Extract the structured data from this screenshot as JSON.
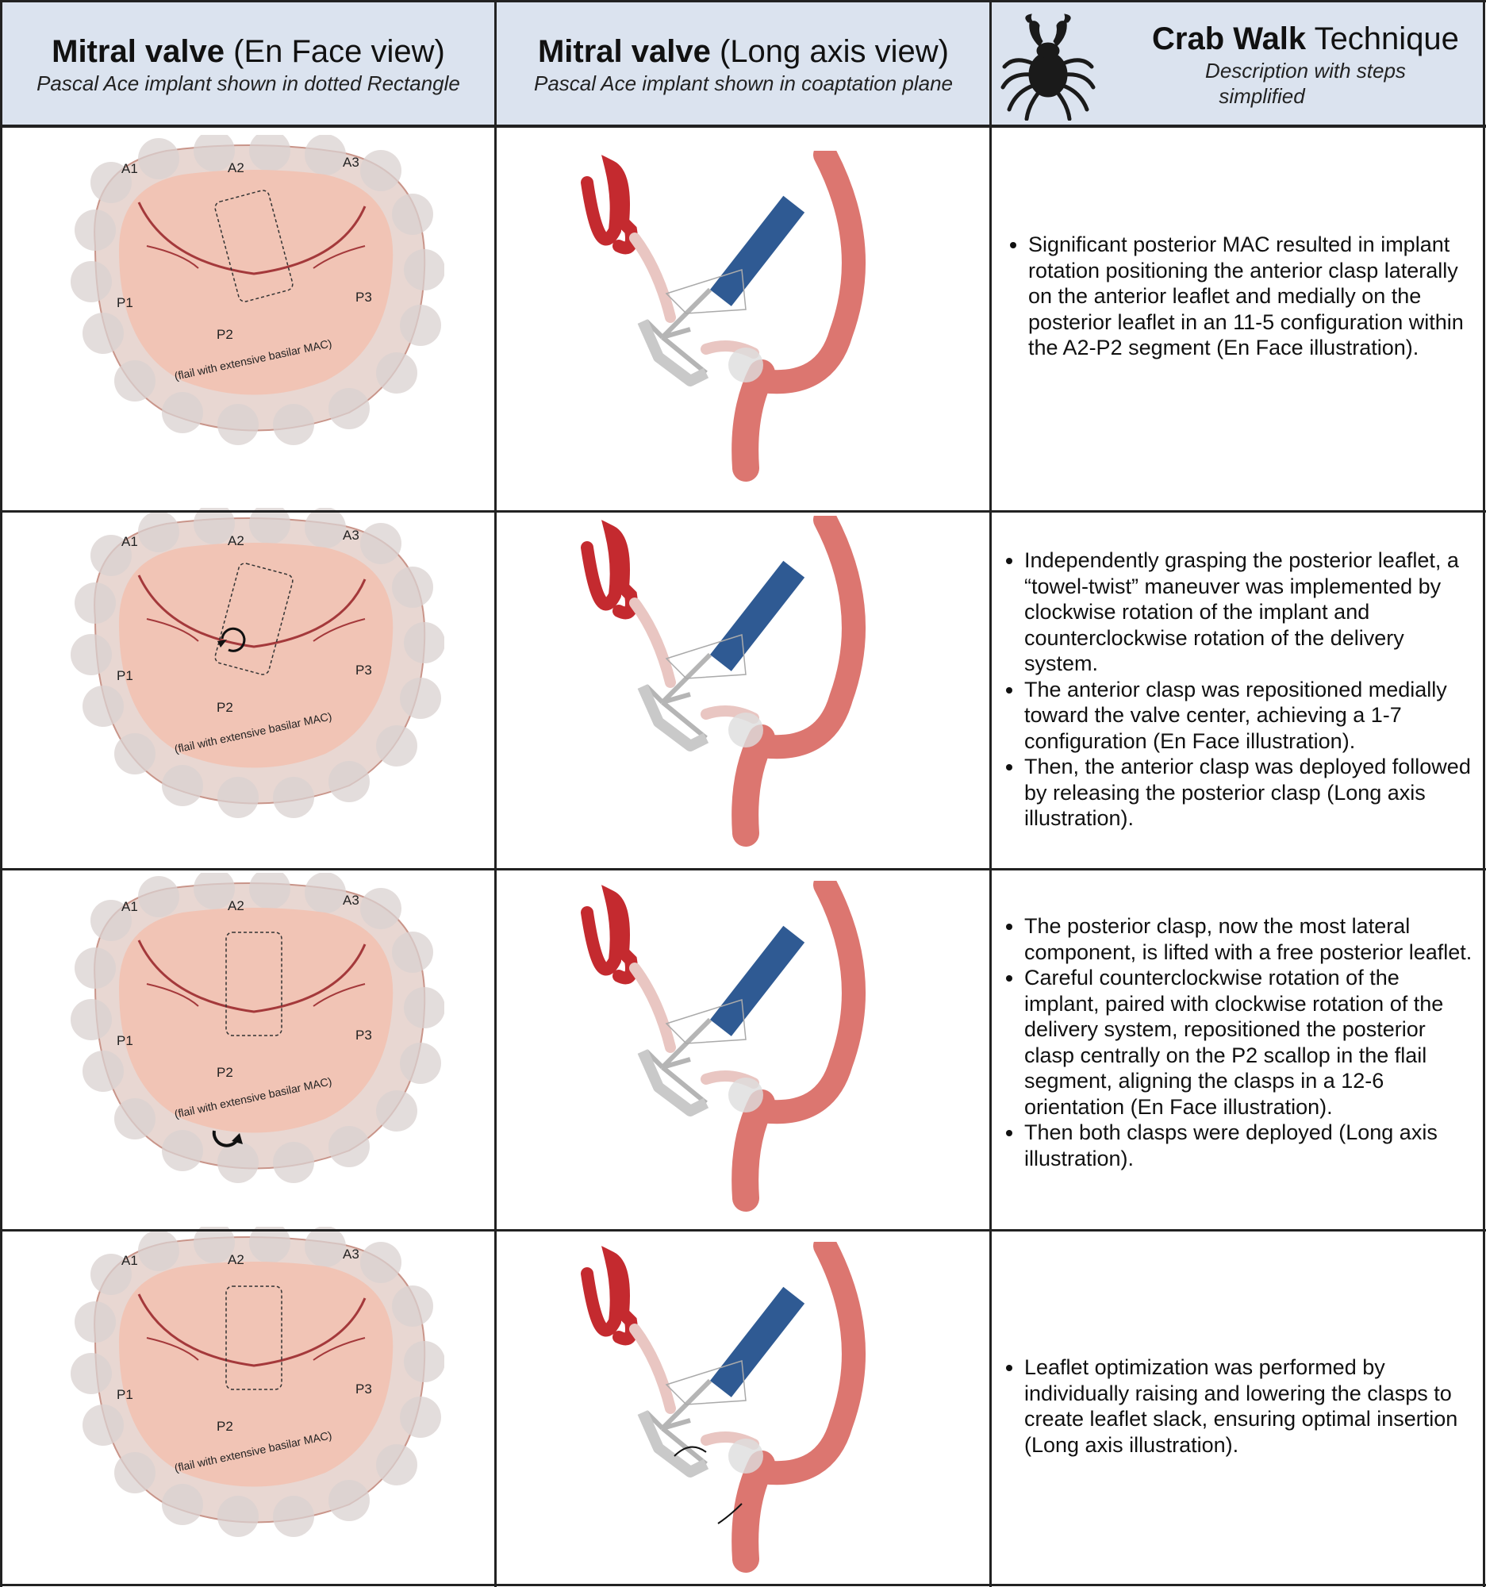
{
  "headers": {
    "en_face": {
      "title_bold": "Mitral valve",
      "title_rest": " (En Face view)",
      "subtitle": "Pascal Ace implant shown in dotted Rectangle"
    },
    "long_axis": {
      "title_bold": "Mitral valve",
      "title_rest": " (Long axis view)",
      "subtitle": "Pascal Ace implant shown in coaptation plane"
    },
    "technique": {
      "title_bold": "Crab Walk",
      "title_rest": " Technique",
      "subtitle_line1": "Description with steps",
      "subtitle_line2": "simplified",
      "icon": "crab-icon"
    }
  },
  "valve_labels": {
    "a1": "A1",
    "a2": "A2",
    "a3": "A3",
    "p1": "P1",
    "p2": "P2",
    "p3": "P3",
    "note": "(flail with extensive basilar MAC)"
  },
  "rows": [
    {
      "implant_rotation_deg": -15,
      "arrow": "none",
      "bullets": [
        "Significant posterior MAC resulted in implant rotation positioning the anterior clasp laterally on the anterior leaflet and medially on the posterior leaflet in an 11-5 configuration within the A2-P2 segment (En Face illustration)."
      ]
    },
    {
      "implant_rotation_deg": 15,
      "arrow": "clockwise",
      "bullets": [
        "Independently grasping the posterior leaflet, a “towel-twist” maneuver was implemented by clockwise rotation of the implant and counterclockwise rotation of the delivery system.",
        "The anterior clasp was repositioned medially toward the valve center, achieving a 1-7 configuration (En Face illustration).",
        "Then, the anterior clasp was deployed followed by releasing the posterior clasp (Long axis illustration)."
      ]
    },
    {
      "implant_rotation_deg": 0,
      "arrow": "counterclockwise",
      "bullets": [
        "The posterior clasp, now the most lateral component, is lifted with a free  posterior leaflet.",
        "Careful counterclockwise rotation of the implant, paired with clockwise rotation of the delivery system, repositioned the posterior clasp centrally on the P2 scallop in the flail segment, aligning the clasps in a 12-6 orientation (En Face illustration).",
        "Then both clasps were deployed (Long axis illustration)."
      ]
    },
    {
      "implant_rotation_deg": 0,
      "arrow": "none",
      "bullets": [
        "Leaflet optimization was performed by individually raising and lowering the clasps to create leaflet slack, ensuring optimal insertion (Long axis illustration)."
      ]
    }
  ],
  "colors": {
    "header_bg": "#dbe3ef",
    "valve_fill": "#f1c4b5",
    "annulus": "#e8d7d2",
    "vessel": "#c42a2f",
    "wall": "#dc7670",
    "catheter": "#2f5a93",
    "implant_gray": "#b5b5b5"
  }
}
